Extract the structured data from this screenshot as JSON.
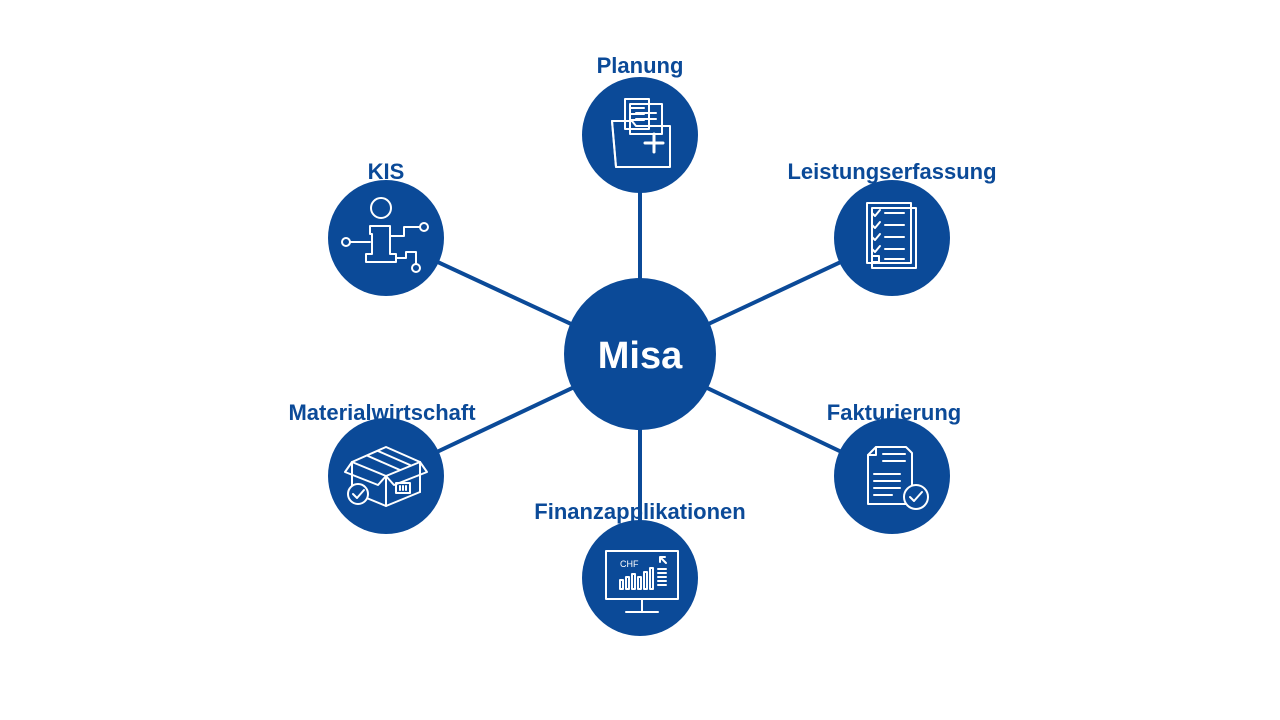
{
  "colors": {
    "primary": "#0B4A98",
    "icon_stroke": "#FFFFFF",
    "background": "#FFFFFF"
  },
  "center": {
    "label": "Misa"
  },
  "nodes": [
    {
      "id": "planung",
      "label": "Planung",
      "icon": "folder-add-icon"
    },
    {
      "id": "leistungserfassung",
      "label": "Leistungserfassung",
      "icon": "checklist-icon"
    },
    {
      "id": "fakturierung",
      "label": "Fakturierung",
      "icon": "invoice-check-icon"
    },
    {
      "id": "finanzapplikationen",
      "label": "Finanzapplikationen",
      "icon": "finance-monitor-icon",
      "icon_text": "CHF"
    },
    {
      "id": "materialwirtschaft",
      "label": "Materialwirtschaft",
      "icon": "package-box-icon"
    },
    {
      "id": "kis",
      "label": "KIS",
      "icon": "info-circuit-icon"
    }
  ]
}
